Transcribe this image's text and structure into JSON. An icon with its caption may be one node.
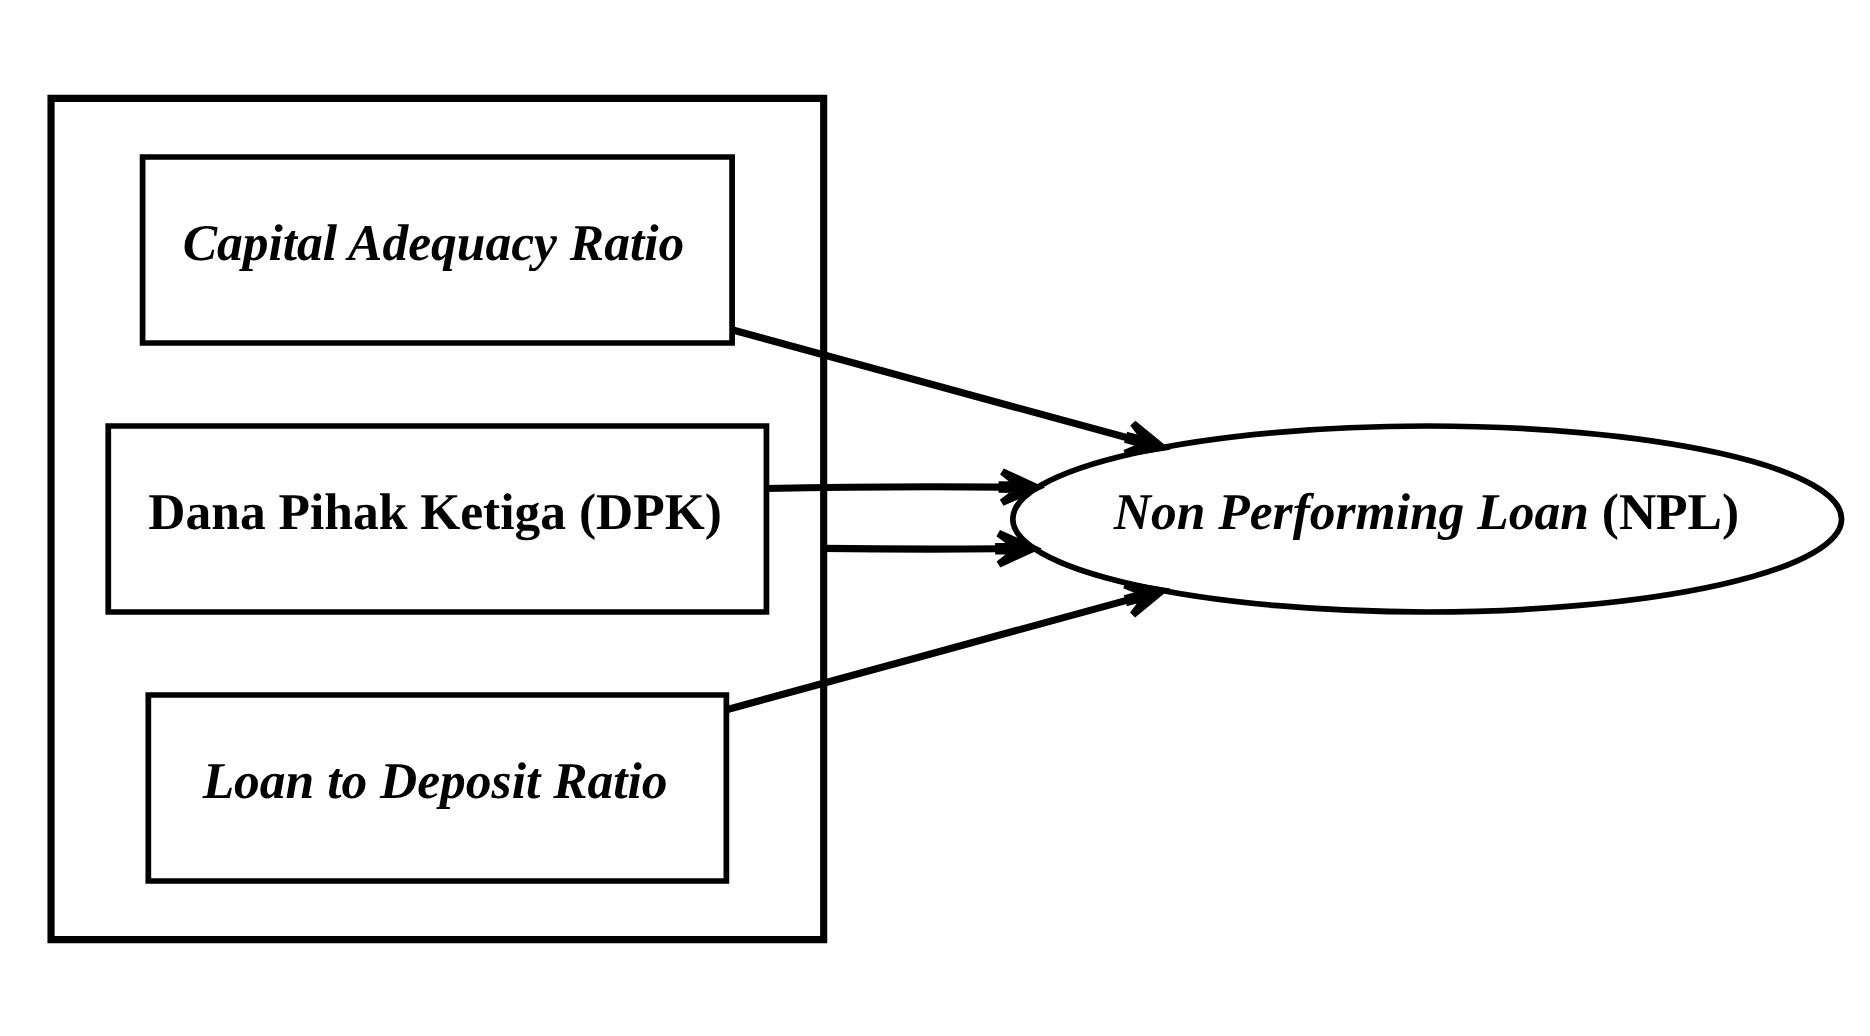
{
  "diagram": {
    "nodes": [
      {
        "text": [],
        "shape": "box"
      },
      {
        "text": [
          "Capital Adequacy Ratio"
        ],
        "in": 0
      },
      {
        "text": [
          "Dana Pihak Ketiga (DPK)"
        ],
        "in": 0
      },
      {
        "text": [
          "Loan to Deposit Ratio"
        ],
        "in": 0
      },
      {
        "text": [
          "*Non Performing Loan* (NPL)"
        ]
      }
    ],
    "edges": [
      {
        "from": 0,
        "to": 4,
        "arrow": "to"
      },
      {
        "from": 1,
        "to": 4,
        "arrow": "to"
      },
      {
        "from": 2,
        "to": 4,
        "arrow": "to"
      },
      {
        "from": 3,
        "to": 4,
        "arrow": "to"
      }
    ]
  }
}
